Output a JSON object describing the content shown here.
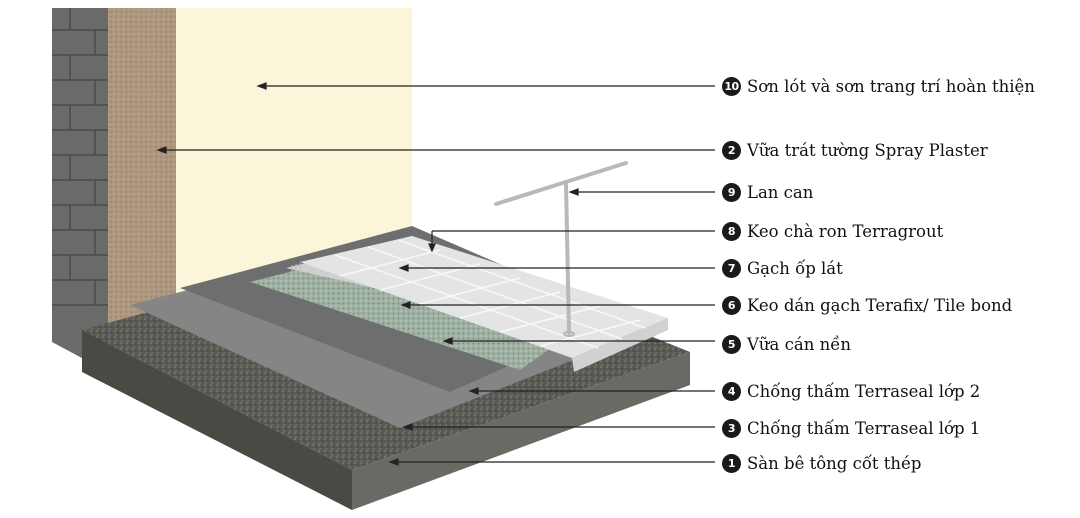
{
  "colors": {
    "brick": "#6b6b6b",
    "plaster": "#a8917a",
    "paint": "#fbf6d8",
    "concrete": "#55554f",
    "seal": "#7a7a7a",
    "tile": "#dedfde",
    "mortar": "#9cab9f",
    "leader": "#222222"
  },
  "layers": [
    {
      "number": "10",
      "label": "Sơn lót và sơn trang trí hoàn thiện"
    },
    {
      "number": "2",
      "label": "Vữa trát tường Spray Plaster"
    },
    {
      "number": "9",
      "label": "Lan can"
    },
    {
      "number": "8",
      "label": "Keo chà ron Terragrout"
    },
    {
      "number": "7",
      "label": "Gạch ốp lát"
    },
    {
      "number": "6",
      "label": "Keo dán gạch Terafix/ Tile bond"
    },
    {
      "number": "5",
      "label": "Vữa cán nền"
    },
    {
      "number": "4",
      "label": "Chống thấm Terraseal lớp 2"
    },
    {
      "number": "3",
      "label": "Chống thấm Terraseal lớp 1"
    },
    {
      "number": "1",
      "label": "Sàn bê tông cốt thép"
    }
  ]
}
